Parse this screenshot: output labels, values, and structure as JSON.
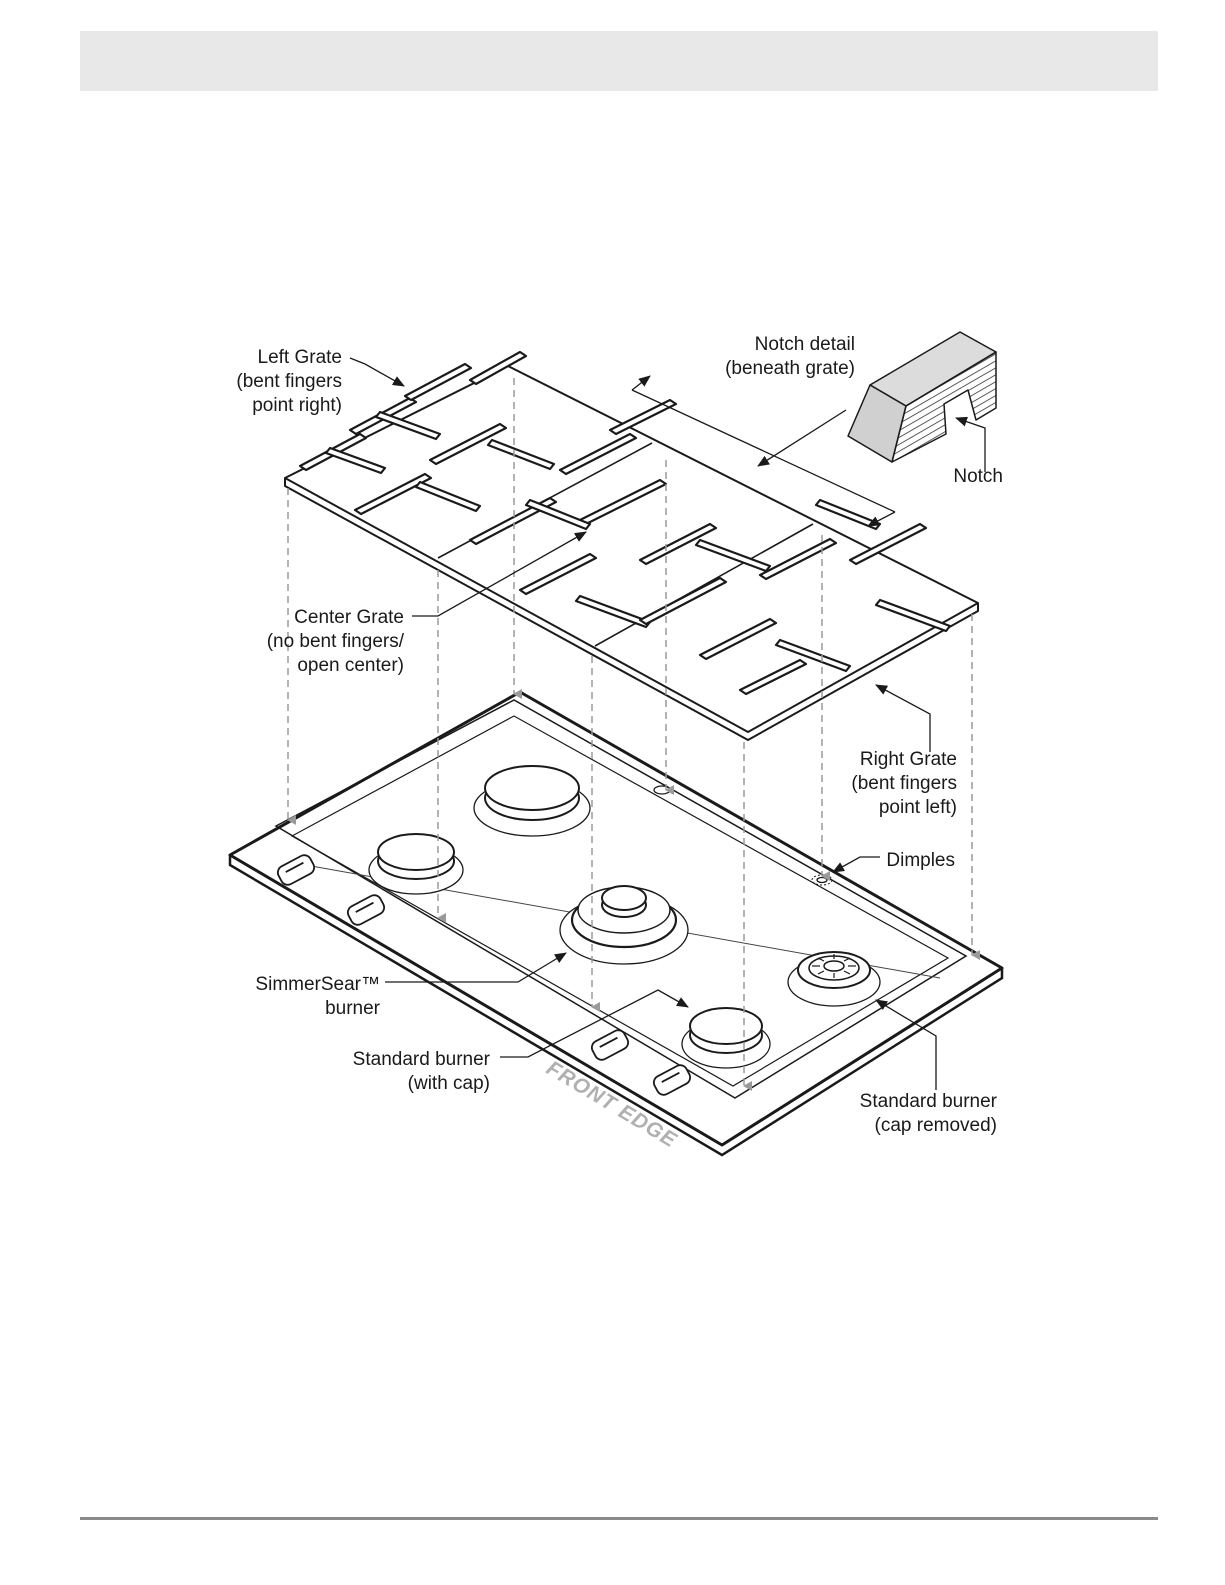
{
  "labels": {
    "left_grate": [
      "Left Grate",
      "(bent fingers",
      "point right)"
    ],
    "notch_detail": [
      "Notch detail",
      "(beneath grate)"
    ],
    "notch": "Notch",
    "center_grate": [
      "Center Grate",
      "(no bent fingers/",
      "open center)"
    ],
    "right_grate": [
      "Right Grate",
      "(bent fingers",
      "point left)"
    ],
    "dimples": "Dimples",
    "simmersear": [
      "SimmerSear™",
      "burner"
    ],
    "standard_with_cap": [
      "Standard burner",
      "(with cap)"
    ],
    "standard_cap_removed": [
      "Standard burner",
      "(cap removed)"
    ],
    "front_edge": "FRONT EDGE"
  },
  "colors": {
    "line": "#1a1a1a",
    "guide": "#9a9a9a",
    "header": "#e8e8e8",
    "footer_rule": "#8a8a8a"
  }
}
